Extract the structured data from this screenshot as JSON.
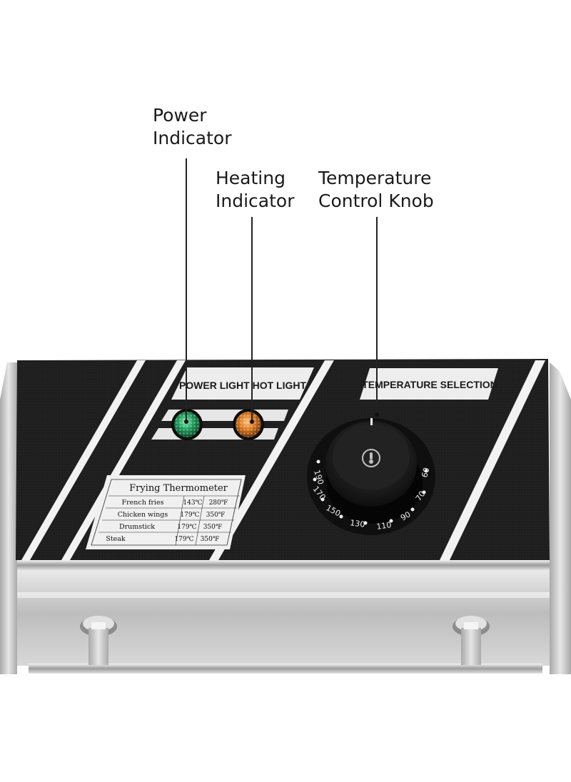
{
  "callouts": {
    "power": {
      "line1": "Power",
      "line2": "Indicator"
    },
    "heating": {
      "line1": "Heating",
      "line2": "Indicator"
    },
    "temperature": {
      "line1": "Temperature",
      "line2": "Control Knob"
    }
  },
  "panel": {
    "light_labels": "POWER LIGHT  HOT LIGHT",
    "temperature_label": "TEMPERATURE SELECTION"
  },
  "thermometer": {
    "title": "Frying Thermometer",
    "rows": [
      {
        "food": "French fries",
        "c": "143℃",
        "f": "280℉"
      },
      {
        "food": "Chicken wings",
        "c": "179℃",
        "f": "350℉"
      },
      {
        "food": "Drumstick",
        "c": "179℃",
        "f": "350℉"
      },
      {
        "food": "Steak",
        "c": "179℃",
        "f": "350℉"
      }
    ]
  },
  "dial": {
    "scale": [
      "190",
      "170",
      "150",
      "130",
      "110",
      "90",
      "70",
      "60"
    ]
  },
  "colors": {
    "panel": "#1f1f1f",
    "steel": "#c9c9c9",
    "power_light": "#1f9a5a",
    "hot_light": "#d9781e"
  },
  "icons": {
    "knob_center": "thermometer-icon"
  }
}
